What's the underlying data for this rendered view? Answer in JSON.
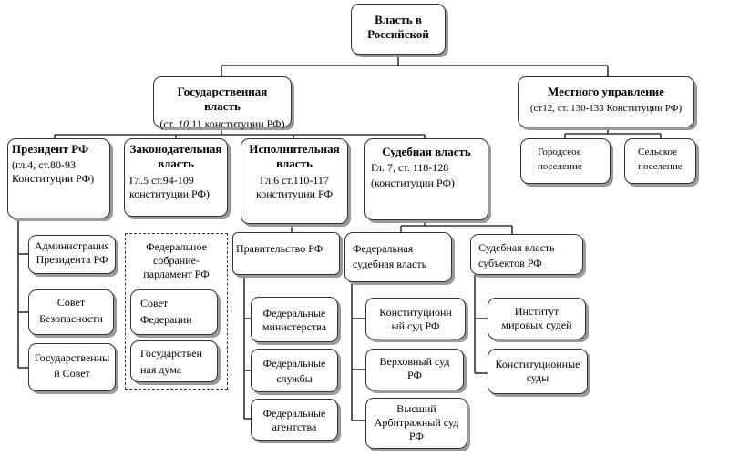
{
  "root": {
    "line1": "Власть в",
    "line2": "Российской"
  },
  "gov": {
    "title": "Государственная власть",
    "ref_a": "(ст. ",
    "ref_italic": "10",
    "ref_b": ",11 конституции РФ)"
  },
  "local": {
    "title": "Местного управление",
    "ref": "(ст12, ст. 130-133 Конституции РФ)",
    "urban": [
      "Городсеое",
      "поселение"
    ],
    "rural": [
      "Сельское",
      "поселение"
    ]
  },
  "president": {
    "title": "Президент РФ",
    "ref": [
      "(гл.4, ст.80-93",
      "Конституции РФ)"
    ],
    "items": [
      [
        "Администрация",
        "Президента РФ"
      ],
      [
        "Совет",
        "Безопасности"
      ],
      [
        "Государственны",
        "й Совет"
      ]
    ]
  },
  "legislative": {
    "title": [
      "Законодательная",
      "власть"
    ],
    "ref": [
      "Гл.5 ст.94-109",
      "конституции РФ)"
    ],
    "assembly": [
      "Федеральное",
      "собрание-",
      "парламент РФ"
    ],
    "items": [
      [
        "Совет",
        "Федерации"
      ],
      [
        "Государствен",
        "ная дума"
      ]
    ]
  },
  "executive": {
    "title": [
      "Исполнительная",
      "власть"
    ],
    "ref": [
      "Гл.6 ст.110-117",
      "конституции РФ"
    ],
    "government": "Правительство РФ",
    "items": [
      [
        "Федеральные",
        "министерства"
      ],
      [
        "Федеральные",
        "службы"
      ],
      [
        "Федеральные",
        "агентства"
      ]
    ]
  },
  "judicial": {
    "title": "Судебная власть",
    "ref": [
      "Гл. 7, ст. 118-128",
      "(конституции РФ)"
    ],
    "federal": [
      "Федеральная",
      "судебная власть"
    ],
    "federal_items": [
      [
        "Конституционн",
        "ый суд РФ"
      ],
      [
        "Верховный суд",
        "РФ"
      ],
      [
        "Высший",
        "Арбитражный суд",
        "РФ"
      ]
    ],
    "subjects": [
      "Судебная власть",
      "субъектов РФ"
    ],
    "subject_items": [
      [
        "Институт",
        "мировых судей"
      ],
      [
        "Конституционные",
        "суды"
      ]
    ]
  }
}
